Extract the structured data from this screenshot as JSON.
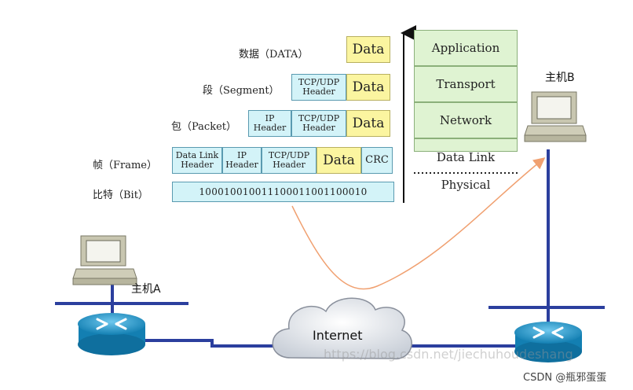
{
  "pdu_labels": {
    "data": "数据（DATA）",
    "segment": "段（Segment）",
    "packet": "包（Packet）",
    "frame": "帧（Frame）",
    "bit": "比特（Bit）"
  },
  "blocks": {
    "data": "Data",
    "tcp_udp_header": "TCP/UDP\nHeader",
    "ip_header": "IP\nHeader",
    "data_link_header": "Data Link\nHeader",
    "crc": "CRC",
    "bits": "10001001001110001100110001​0"
  },
  "layers": {
    "application": "Application",
    "transport": "Transport",
    "network": "Network",
    "data_link": "Data Link",
    "physical": "Physical"
  },
  "hosts": {
    "a": "主机A",
    "b": "主机B"
  },
  "cloud_label": "Internet",
  "watermark": "https://blog.csdn.net/jiechuhoudeshang",
  "credit": "CSDN @瓶邪蛋蛋",
  "colors": {
    "header_fill": "#d3f3f8",
    "data_fill": "#fbf5a0",
    "layer_fill": "#dff3d2",
    "link_line": "#2b3f9e",
    "arrow": "#f0a070",
    "router": "#1e8fc2"
  }
}
